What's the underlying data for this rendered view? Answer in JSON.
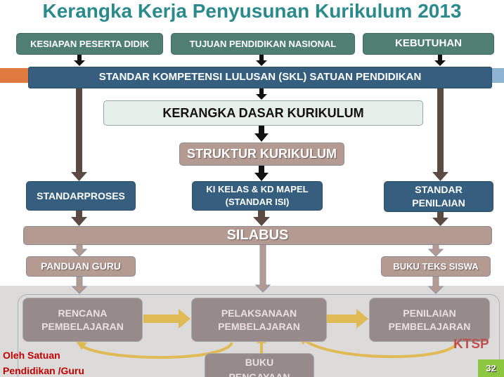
{
  "title": "Kerangka Kerja Penyusunan Kurikulum 2013",
  "inputs": [
    "KESIAPAN PESERTA DIDIK",
    "TUJUAN PENDIDIKAN NASIONAL",
    "KEBUTUHAN"
  ],
  "skl": "STANDAR KOMPETENSI LULUSAN (SKL) SATUAN PENDIDIKAN",
  "kerangka_dasar": "KERANGKA DASAR KURIKULUM",
  "struktur": "STRUKTUR KURIKULUM",
  "standar_proses": "STANDARPROSES",
  "ki_kd": {
    "line1": "KI KELAS & KD MAPEL",
    "line2": "(STANDAR ISI)"
  },
  "standar_penilaian": {
    "line1": "STANDAR",
    "line2": "PENILAIAN"
  },
  "silabus": "SILABUS",
  "panduan_guru": "PANDUAN GURU",
  "buku_teks": "BUKU TEKS SISWA",
  "rencana": {
    "line1": "RENCANA",
    "line2": "PEMBELAJARAN"
  },
  "pelaksanaan": {
    "line1": "PELAKSANAAN",
    "line2": "PEMBELAJARAN"
  },
  "penilaian": {
    "line1": "PENILAIAN",
    "line2": "PEMBELAJARAN"
  },
  "buku_pengayaan": {
    "line1": "BUKU",
    "line2": "PENGAYAAN"
  },
  "ktsp": "KTSP",
  "footer_note": {
    "line1": "Oleh Satuan",
    "line2": "Pendidikan /Guru"
  },
  "page_number": "32"
}
